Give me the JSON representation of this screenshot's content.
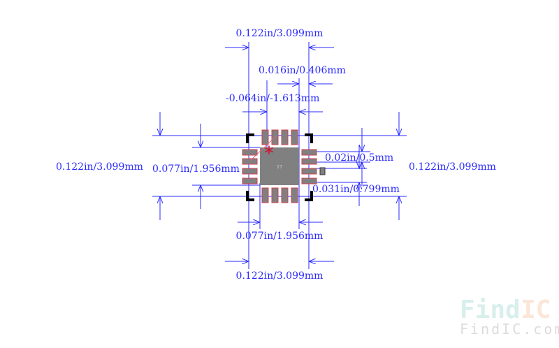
{
  "dimensions": {
    "top_width": "0.122in/3.099mm",
    "pad_width": "0.016in/0.406mm",
    "offset": "-0.064in/-1.613mm",
    "left_height": "0.122in/3.099mm",
    "body_height": "0.077in/1.956mm",
    "pitch": "0.02in/0.5mm",
    "pad_length": "0.031in/0.799mm",
    "right_height": "0.122in/3.099mm",
    "body_width": "0.077in/1.956mm",
    "bottom_width": "0.122in/3.099mm"
  },
  "center_pad_label": "17",
  "watermark": {
    "find": "Find",
    "ic": "IC",
    "url": "FindIC.com"
  },
  "colors": {
    "dim": "#2a2aff",
    "pad": "#808080",
    "pad_outline": "#d04050",
    "pin1": "#d01030"
  }
}
